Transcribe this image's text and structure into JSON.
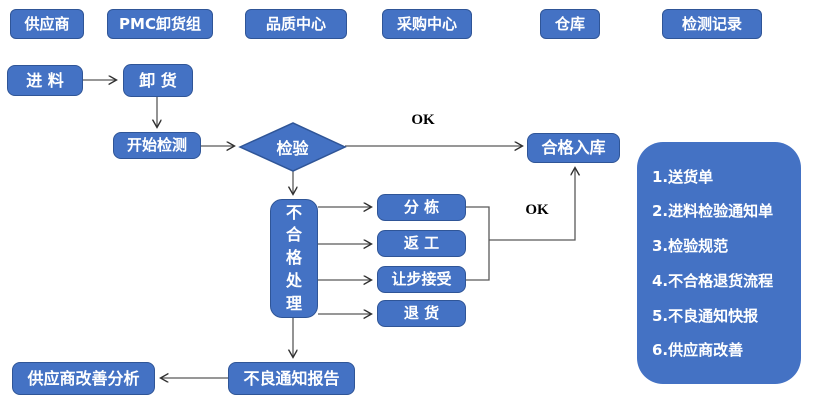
{
  "colors": {
    "node_fill": "#4472C4",
    "node_border": "#2F5597",
    "node_text": "#FFFFFF",
    "connector": "#595959"
  },
  "header": {
    "lanes": [
      "供应商",
      "PMC卸货组",
      "品质中心",
      "采购中心",
      "仓库",
      "检测记录"
    ]
  },
  "flow": {
    "nodes": {
      "incoming": "进 料",
      "unload": "卸 货",
      "start_inspection": "开始检测",
      "inspection": "检验",
      "pass_warehouse": "合格入库",
      "nonconforming_handling": "不合格处理",
      "sorting": "分 栋",
      "rework": "返 工",
      "concession_accept": "让步接受",
      "return_goods": "退 货",
      "defect_notice_report": "不良通知报告",
      "supplier_improvement_analysis": "供应商改善分析"
    },
    "edge_labels": {
      "ok_top": "OK",
      "ok_mid": "OK"
    }
  },
  "side_panel": {
    "items": [
      "1.送货单",
      "2.进料检验通知单",
      "3.检验规范",
      "4.不合格退货流程",
      "5.不良通知快报",
      "6.供应商改善"
    ]
  }
}
